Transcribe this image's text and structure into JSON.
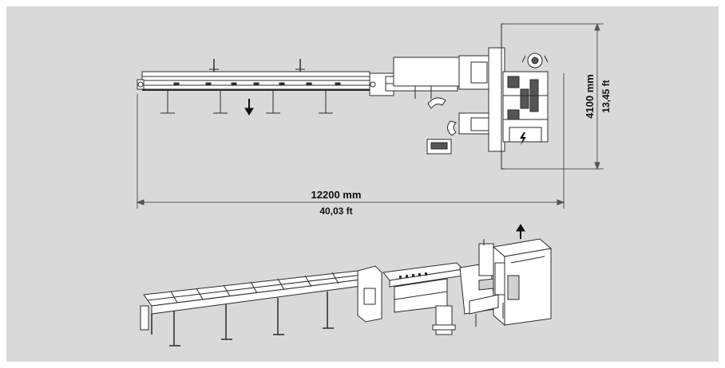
{
  "colors": {
    "background": "#d9d9d9",
    "outer": "#ffffff",
    "line": "#2b2b2b",
    "machine_fill": "#ffffff",
    "dim_line": "#555555"
  },
  "dimensions": {
    "length_mm": "12200 mm",
    "length_ft": "40,03 ft",
    "width_mm": "4100 mm",
    "width_ft": "13,45 ft"
  },
  "icons": [
    "down-arrow-icon",
    "control-panel-icon",
    "lightning-icon",
    "up-arrow-icon"
  ]
}
